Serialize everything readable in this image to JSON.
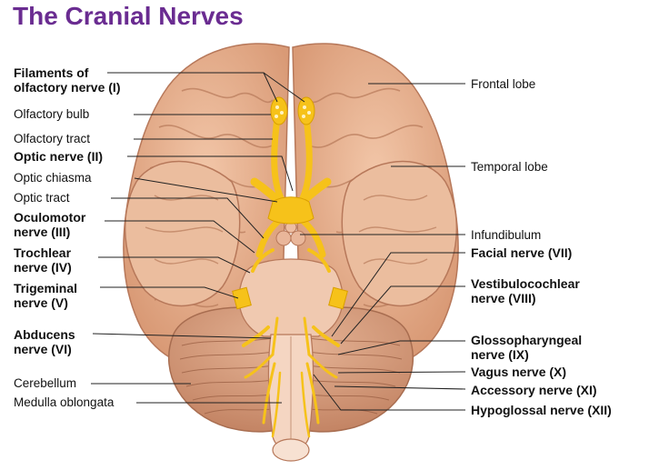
{
  "title": "The Cranial Nerves",
  "colors": {
    "title": "#6a2c91",
    "brain": "#e8b596",
    "brain_dark": "#c98a6a",
    "nerve": "#f6c21a",
    "cerebellum": "#d9a688",
    "brainstem": "#f0c9b0"
  },
  "left_labels": {
    "olfactory_filaments": [
      "Filaments of",
      "olfactory nerve (I)"
    ],
    "olfactory_bulb": "Olfactory bulb",
    "olfactory_tract": "Olfactory tract",
    "optic_nerve": "Optic nerve (II)",
    "optic_chiasma": "Optic chiasma",
    "optic_tract": "Optic tract",
    "oculomotor": [
      "Oculomotor",
      "nerve (III)"
    ],
    "trochlear": [
      "Trochlear",
      "nerve (IV)"
    ],
    "trigeminal": [
      "Trigeminal",
      "nerve (V)"
    ],
    "abducens": [
      "Abducens",
      "nerve (VI)"
    ],
    "cerebellum": "Cerebellum",
    "medulla": "Medulla oblongata"
  },
  "right_labels": {
    "frontal_lobe": "Frontal lobe",
    "temporal_lobe": "Temporal lobe",
    "infundibulum": "Infundibulum",
    "facial": "Facial nerve (VII)",
    "vestibulocochlear": [
      "Vestibulocochlear",
      "nerve (VIII)"
    ],
    "glossopharyngeal": [
      "Glossopharyngeal",
      "nerve (IX)"
    ],
    "vagus": "Vagus nerve (X)",
    "accessory": "Accessory nerve (XI)",
    "hypoglossal": "Hypoglossal nerve (XII)"
  }
}
